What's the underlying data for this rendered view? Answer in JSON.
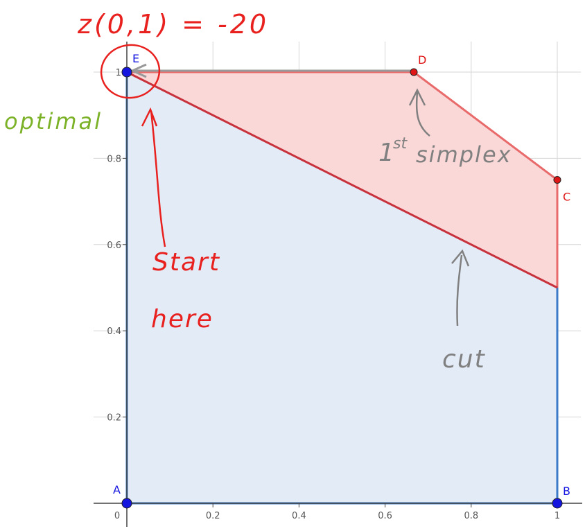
{
  "chart_data": {
    "type": "area",
    "title": "",
    "xlabel": "",
    "ylabel": "",
    "xlim": [
      0,
      1
    ],
    "ylim": [
      0,
      1
    ],
    "grid": true,
    "x_ticks": [
      "0",
      "0.2",
      "0.4",
      "0.6",
      "0.8",
      "1"
    ],
    "y_ticks": [
      "0.2",
      "0.4",
      "0.6",
      "0.8",
      "1"
    ],
    "regions": [
      {
        "id": "lp-relaxation",
        "color": "#e86a6a",
        "fill": "#fbd8d8",
        "vertices": [
          [
            0,
            0
          ],
          [
            1,
            0
          ],
          [
            1,
            0.75
          ],
          [
            0.6667,
            1
          ],
          [
            0,
            1
          ]
        ]
      },
      {
        "id": "after-cut",
        "color": "#3b7ac9",
        "fill": "#e3ebf7",
        "vertices": [
          [
            0,
            0
          ],
          [
            1,
            0
          ],
          [
            1,
            0.5
          ],
          [
            0,
            1
          ]
        ]
      }
    ],
    "cut_line": {
      "color": "#c8323c",
      "from": [
        0,
        1
      ],
      "to": [
        1,
        0.5
      ]
    },
    "points": [
      {
        "label": "A",
        "x": 0,
        "y": 0,
        "color": "#1515e0"
      },
      {
        "label": "B",
        "x": 1,
        "y": 0,
        "color": "#1515e0"
      },
      {
        "label": "C",
        "x": 1,
        "y": 0.75,
        "color": "#e01515"
      },
      {
        "label": "D",
        "x": 0.6667,
        "y": 1,
        "color": "#e01515"
      },
      {
        "label": "E",
        "x": 0,
        "y": 1,
        "color": "#1515e0"
      }
    ],
    "arrow": {
      "from": [
        0.6667,
        1
      ],
      "to": [
        0,
        1
      ],
      "color": "#999999"
    }
  },
  "annotations": {
    "objective": "z(0,1) = -20",
    "optimal": "optimal",
    "start": "Start",
    "here": "here",
    "first_simplex_num": "1",
    "first_simplex_sup": "st",
    "first_simplex_word": "simplex",
    "cut": "cut"
  },
  "colors": {
    "red_ink": "#e8211f",
    "green_ink": "#7cb228",
    "grey_ink": "#808080",
    "grid": "#d6d6d6",
    "axis": "#444444"
  }
}
